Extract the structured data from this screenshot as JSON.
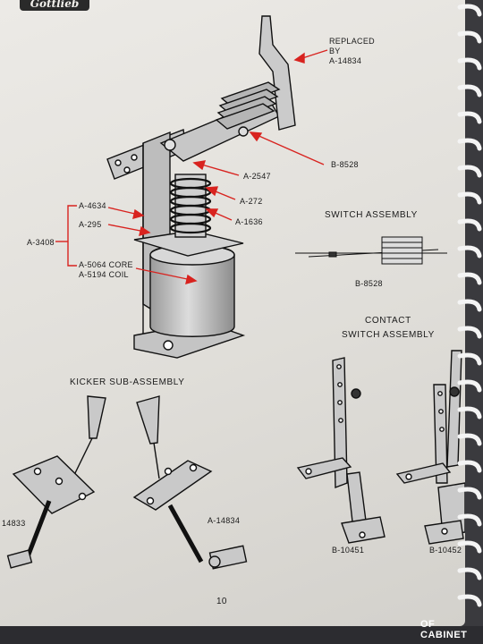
{
  "brand": "Gottlieb",
  "labels": {
    "replaced_by_1": "REPLACED",
    "replaced_by_2": "BY",
    "replaced_by_3": "A-14834",
    "b8528_top": "B-8528",
    "a2547": "A-2547",
    "a272": "A-272",
    "a1636": "A-1636",
    "a4634": "A-4634",
    "a295": "A-295",
    "a3408": "A-3408",
    "a5064": "A-5064 CORE",
    "a5194": "A-5194 COIL",
    "switch_assembly": "SWITCH ASSEMBLY",
    "b8528_bottom": "B-8528",
    "contact_1": "CONTACT",
    "contact_2": "SWITCH ASSEMBLY",
    "kicker": "KICKER SUB-ASSEMBLY",
    "left_kicker": "14833",
    "right_kicker": "A-14834",
    "b10451": "B-10451",
    "b10452": "B-10452"
  },
  "page_number": "10",
  "footer": "OF CABINET",
  "colors": {
    "callout_red": "#d8231f",
    "ink": "#1a1a1a",
    "metal": "#b9b9b9"
  }
}
